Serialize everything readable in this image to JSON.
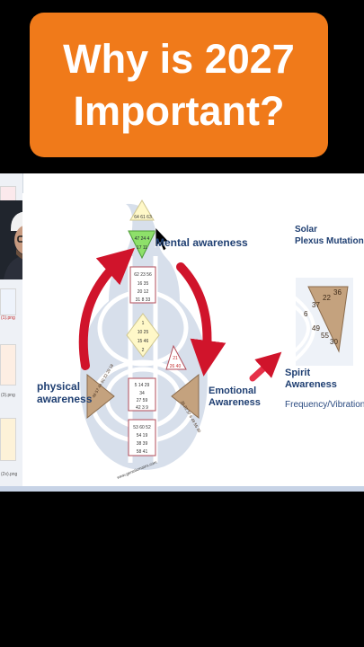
{
  "banner": {
    "line1": "Why is 2027",
    "line2": "Important?"
  },
  "slide": {
    "label_mental": "Mental awareness",
    "label_physical_1": "physical",
    "label_physical_2": "awareness",
    "label_emotional_1": "Emotional",
    "label_emotional_2": "Awareness",
    "label_solar_1": "Solar",
    "label_solar_2": "Plexus Mutation",
    "label_spirit_1": "Spirit",
    "label_spirit_2": "Awareness",
    "label_frequency": "Frequency/Vibration",
    "watermark": "www.geneticmatrix.com"
  },
  "bodygraph_gates": {
    "head": "64 61 63",
    "ajna": "47 24 4",
    "ajna_low": "17 11",
    "throat_row1": "62 23 56",
    "throat_row2": "16 35",
    "throat_row3": "20 12",
    "throat_row4": "31 8 33",
    "g_row1": "1",
    "g_row2": "10 25",
    "g_row3": "15 46",
    "g_row4": "2",
    "ego_top": "21",
    "ego_bottom": "26 40",
    "sacral_row1": "5 14 29",
    "sacral_row2": "34",
    "sacral_row3": "27 59",
    "sacral_row4": "42 3 9",
    "root_row1": "53 60 52",
    "root_row2": "54 19",
    "root_row3": "38 39",
    "root_row4": "58 41",
    "spleen": "48 57 44 50 32 28 18",
    "solar": "36 22 37 6 49 55 30"
  },
  "zoom_solar_gates": {
    "g36": "36",
    "g22": "22",
    "g37": "37",
    "g6": "6",
    "g49": "49",
    "g55": "55",
    "g30": "30"
  },
  "strip": {
    "item1": "(1).png",
    "item2": "(3).png",
    "item3": "(2x).png"
  }
}
